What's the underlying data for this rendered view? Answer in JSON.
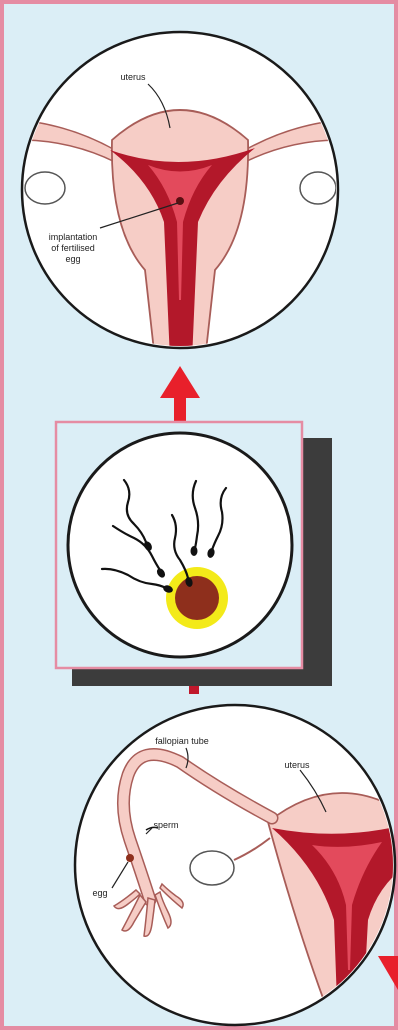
{
  "labels": {
    "top_uterus": "uterus",
    "implantation_line1": "implantation",
    "implantation_line2": "of fertilised",
    "implantation_line3": "egg",
    "fallopian_tube": "fallopian tube",
    "bottom_uterus": "uterus",
    "sperm": "sperm",
    "egg": "egg"
  },
  "colors": {
    "panel_background": "#dbeef6",
    "panel_border": "#e58ca3",
    "arrow": "#e8202b",
    "tissue": "#f6cdc6",
    "tissue_outline": "#a85d58",
    "lining": "#b3182a",
    "egg": "#8e2f1c",
    "egg_halo": "#f3ea19",
    "sperm": "#111111",
    "circle_fill": "#ffffff"
  },
  "icons": [
    "arrow-up-icon",
    "arrow-down-icon",
    "sperm-icon",
    "egg-icon"
  ]
}
